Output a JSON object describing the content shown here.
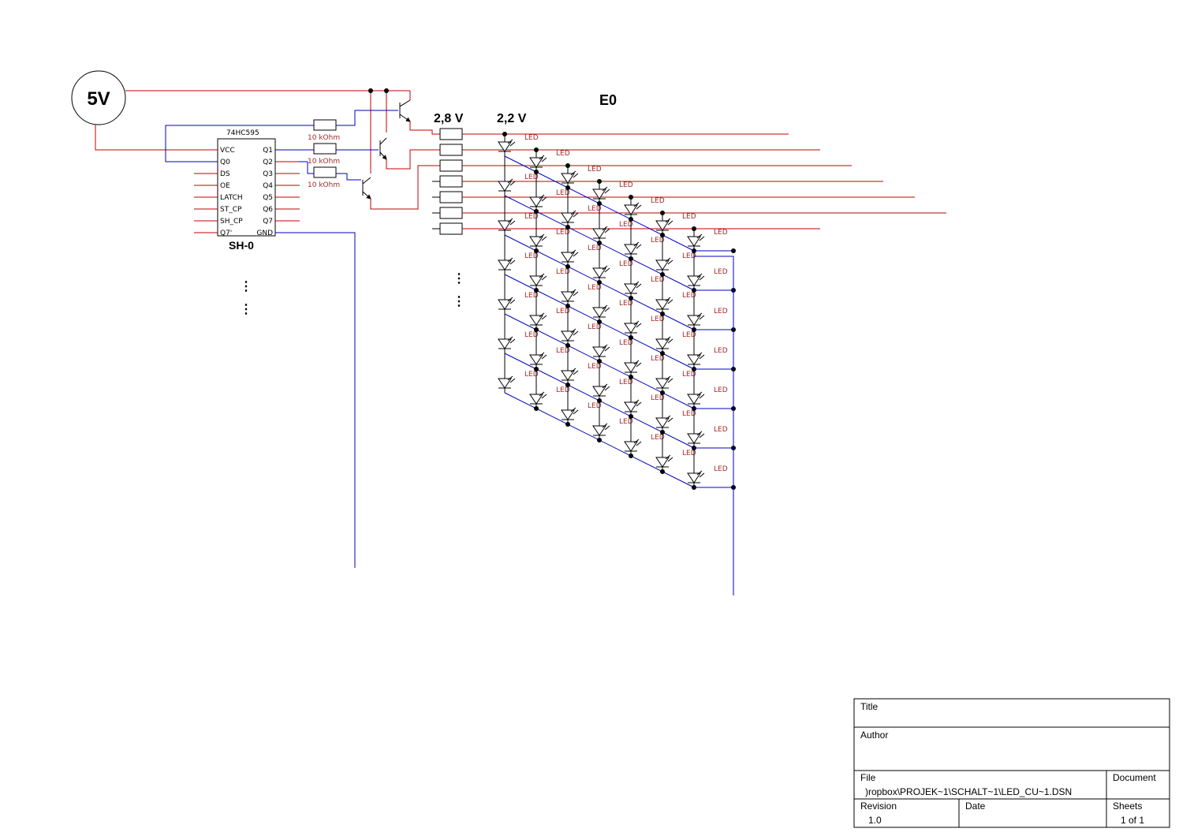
{
  "supply": {
    "label": "5V"
  },
  "chip": {
    "name": "74HC595",
    "designator": "SH-0",
    "left_pins": [
      "VCC",
      "Q0",
      "DS",
      "OE",
      "LATCH",
      "ST_CP",
      "SH_CP",
      "Q7'"
    ],
    "right_pins": [
      "Q1",
      "Q2",
      "Q3",
      "Q4",
      "Q5",
      "Q6",
      "Q7",
      "GND"
    ]
  },
  "resistors": {
    "base_label": "10 kOhm"
  },
  "voltages": {
    "v1": "2,8 V",
    "v2": "2,2 V"
  },
  "layer_label": "E0",
  "led_label": "LED",
  "ellipsis": "⋮",
  "title_block": {
    "title_label": "Title",
    "author_label": "Author",
    "file_label": "File",
    "file_value": ")ropbox\\PROJEK~1\\SCHALT~1\\LED_CU~1.DSN",
    "document_label": "Document",
    "revision_label": "Revision",
    "revision_value": "1.0",
    "date_label": "Date",
    "sheets_label": "Sheets",
    "sheets_value": "1 of 1"
  },
  "colors": {
    "wire_red": "#c00000",
    "wire_blue": "#0000c0",
    "ink": "#000000",
    "label_red": "#a52a2a"
  }
}
